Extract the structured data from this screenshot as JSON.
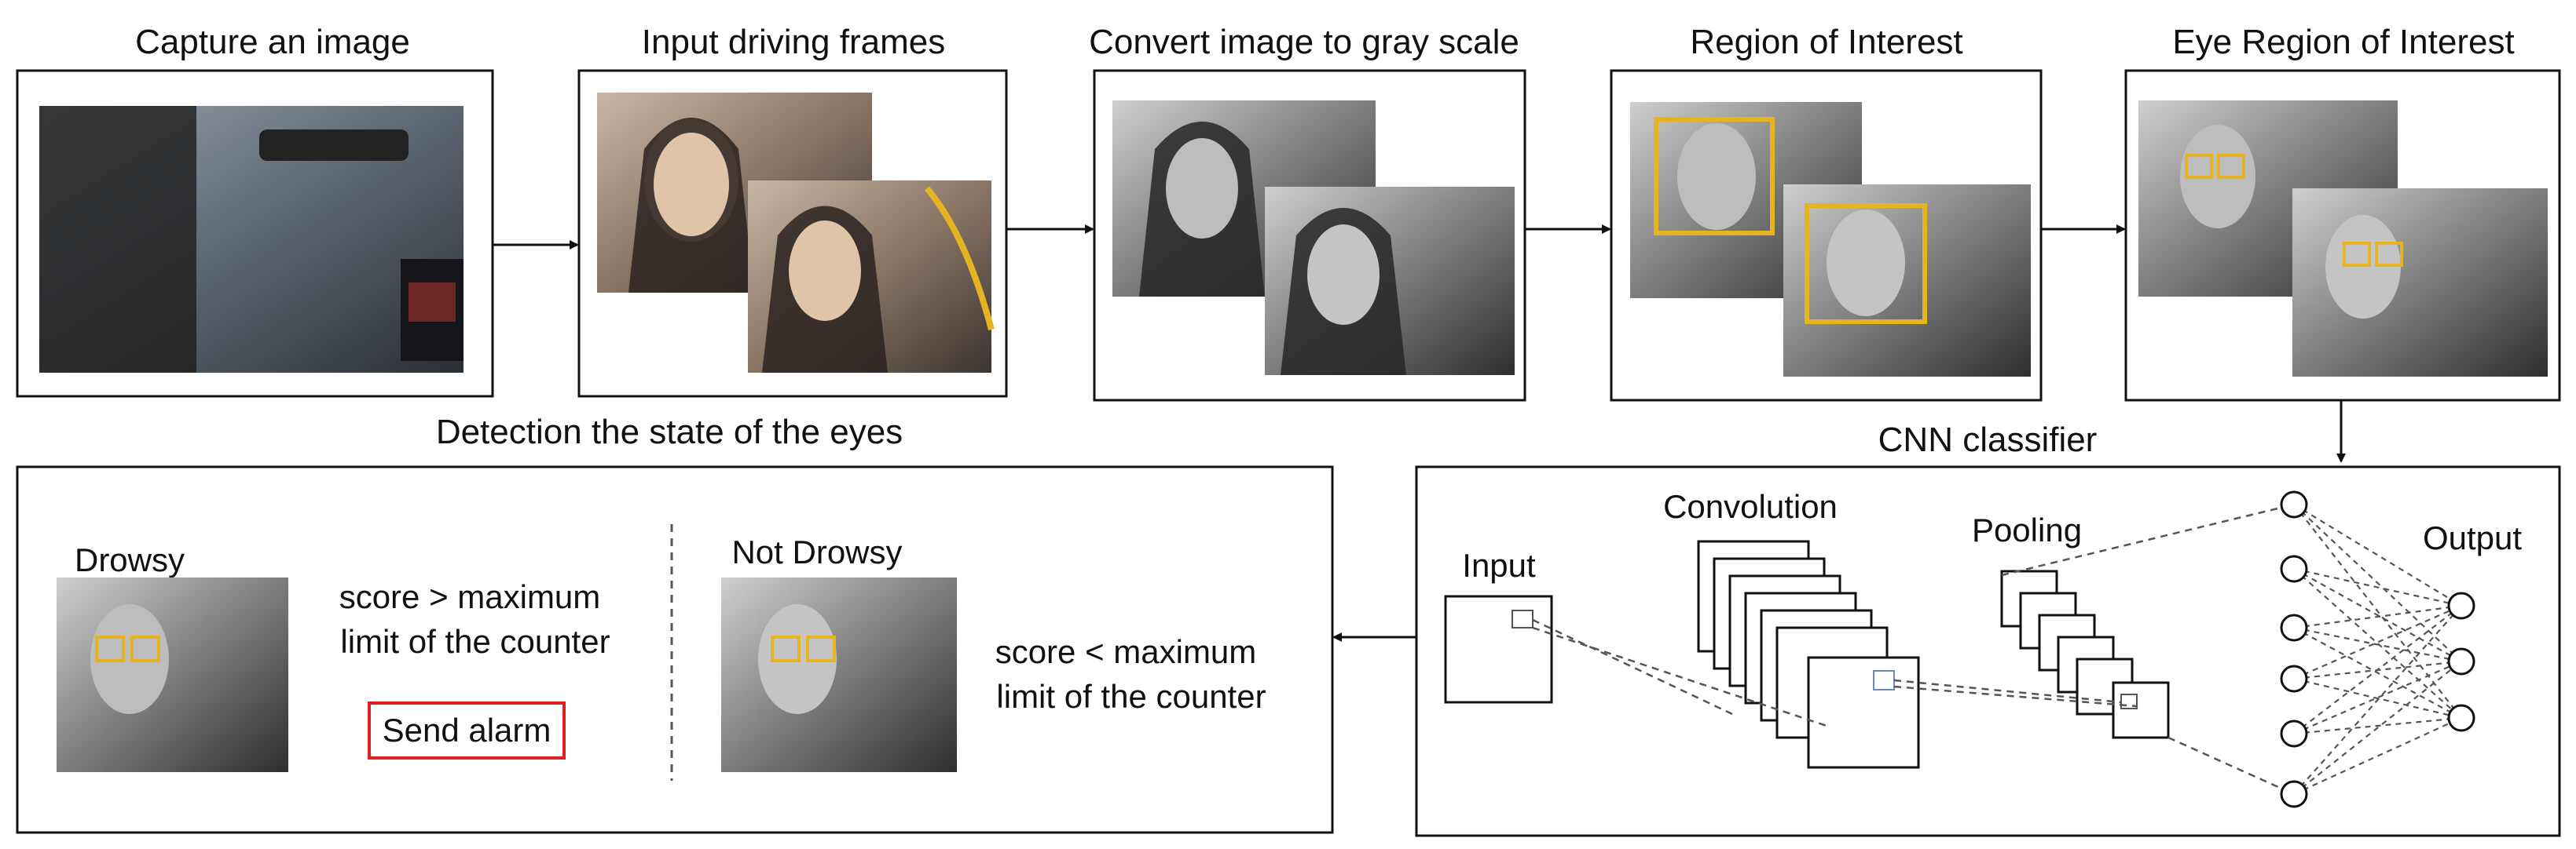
{
  "steps": [
    {
      "title": "Capture an image"
    },
    {
      "title": "Input driving frames"
    },
    {
      "title": "Convert image to gray scale"
    },
    {
      "title": "Region of Interest"
    },
    {
      "title": "Eye Region of Interest"
    }
  ],
  "cnn": {
    "title": "CNN classifier",
    "input_label": "Input",
    "convolution_label": "Convolution",
    "pooling_label": "Pooling",
    "output_label": "Output"
  },
  "detection": {
    "title": "Detection the state of the eyes",
    "drowsy_label": "Drowsy",
    "drowsy_rule_line1": "score > maximum",
    "drowsy_rule_line2": "limit of the counter",
    "alarm_label": "Send alarm",
    "not_drowsy_label": "Not Drowsy",
    "not_drowsy_rule_line1": "score < maximum",
    "not_drowsy_rule_line2": "limit of the counter"
  },
  "colors": {
    "roi_box": "#e6b422",
    "alarm_border": "#e02020",
    "line": "#111111",
    "dashed": "#555555"
  }
}
